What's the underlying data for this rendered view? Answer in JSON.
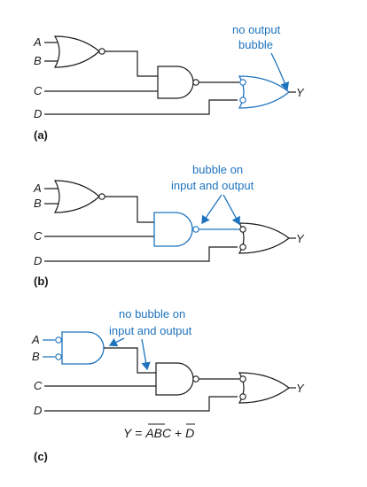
{
  "inputs": {
    "a": "A",
    "b": "B",
    "c": "C",
    "d": "D"
  },
  "output": "Y",
  "panels": {
    "a": {
      "label": "(a)",
      "note_line1": "no output",
      "note_line2": "bubble"
    },
    "b": {
      "label": "(b)",
      "note_line1": "bubble on",
      "note_line2": "input and output"
    },
    "c": {
      "label": "(c)",
      "note_line1": "no bubble on",
      "note_line2": "input and output"
    }
  },
  "equation": {
    "y": "Y",
    "eq": " = ",
    "a": "A",
    "b": "B",
    "c": "C",
    "plus": " + ",
    "d": "D"
  },
  "colors": {
    "ink": "#1a1a1a",
    "highlight": "#1e73be"
  }
}
